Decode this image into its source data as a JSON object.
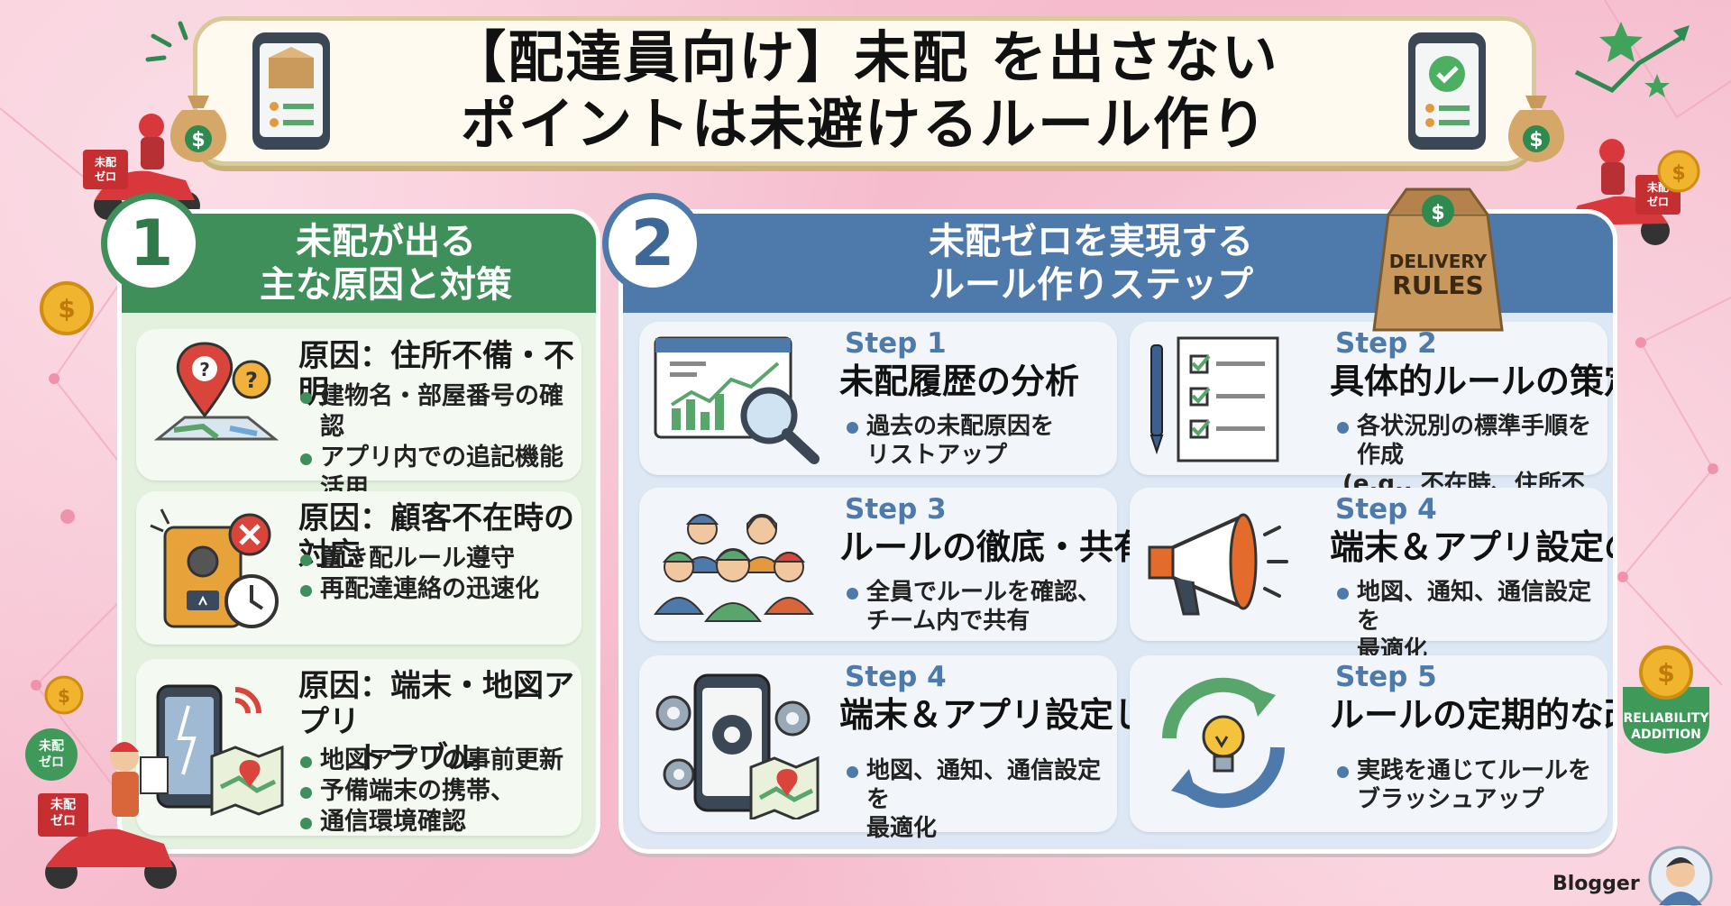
{
  "title": {
    "line1": "【配達員向け】未配 を出さない",
    "line2": "ポイントは未避けるルール作り"
  },
  "section1": {
    "number": "1",
    "heading_line1": "未配が出る",
    "heading_line2": "主な原因と対策",
    "causes": [
      {
        "title": "原因：住所不備・不明",
        "items": [
          "建物名・部屋番号の確認",
          "アプリ内での追記機能活用"
        ]
      },
      {
        "title": "原因：顧客不在時の対応",
        "items": [
          "置き配ルール遵守",
          "再配達連絡の迅速化"
        ]
      },
      {
        "title_line1": "原因：端末・地図アプリ",
        "title_line2": "トラブル",
        "items": [
          "地図アプリの事前更新",
          "予備端末の携帯、",
          "通信環境確認"
        ]
      }
    ]
  },
  "section2": {
    "number": "2",
    "heading_line1": "未配ゼロを実現する",
    "heading_line2": "ルール作りステップ",
    "steps": [
      {
        "label": "Step 1",
        "title": "未配履歴の分析",
        "line1": "過去の未配原因を",
        "line2": "リストアップ"
      },
      {
        "label": "Step 2",
        "title": "具体的ルールの策定",
        "line1": "各状況別の標準手順を作成",
        "line2": "(e.g., 不在時、住所不明時)"
      },
      {
        "label": "Step 3",
        "title": "ルールの徹底・共有",
        "line1": "全員でルールを確認、",
        "line2": "チーム内で共有"
      },
      {
        "label": "Step 4",
        "title": "端末＆アプリ設定の直し",
        "line1": "地図、通知、通信設定を",
        "line2": "最適化"
      },
      {
        "label": "Step 4",
        "title": "端末＆アプリ設定し",
        "line1": "地図、通知、通信設定を",
        "line2": "最適化"
      },
      {
        "label": "Step 5",
        "title": "ルールの定期的な改善",
        "line1": "実践を通じてルールを",
        "line2": "ブラッシュアップ"
      }
    ]
  },
  "bag": {
    "line1": "DELIVERY",
    "line2": "RULES"
  },
  "badge": {
    "line1": "RELIABILITY",
    "line2": "ADDITION"
  },
  "scooter_box": {
    "line1": "未配",
    "line2": "ゼロ"
  },
  "footer": {
    "author": "Blogger"
  },
  "colors": {
    "green": "#3f8f5a",
    "blue": "#4e79ab",
    "pink": "#f6c5d3"
  }
}
